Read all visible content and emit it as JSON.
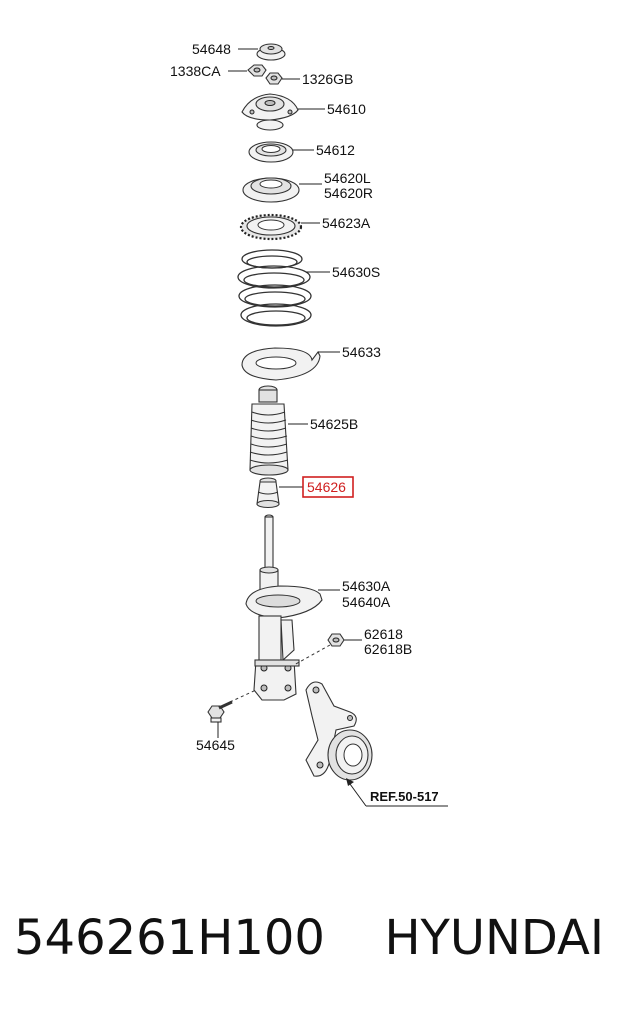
{
  "labels": {
    "p54648": "54648",
    "p1338CA": "1338CA",
    "p1326GB": "1326GB",
    "p54610": "54610",
    "p54612": "54612",
    "p54620L": "54620L",
    "p54620R": "54620R",
    "p54623A": "54623A",
    "p54630S": "54630S",
    "p54633": "54633",
    "p54625B": "54625B",
    "p54626": "54626",
    "p54630A": "54630A",
    "p54640A": "54640A",
    "p62618": "62618",
    "p62618B": "62618B",
    "p54645": "54645",
    "ref": "REF.50-517"
  },
  "highlight": {
    "part": "54626",
    "color": "#d02020"
  },
  "footer": {
    "part_number": "546261H100",
    "brand": "HYUNDAI"
  }
}
